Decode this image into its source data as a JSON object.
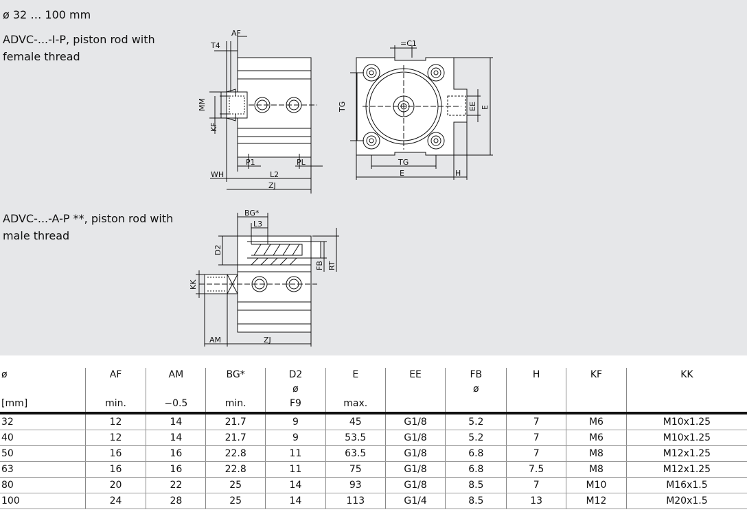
{
  "diameter_range": "ø 32 … 100 mm",
  "section1_title": "ADVC-...-I-P, piston rod with female thread",
  "section2_title": "ADVC-...-A-P **, piston rod with male thread",
  "drawing_labels": {
    "af": "AF",
    "t4": "T4",
    "mm": "MM",
    "kf": "KF",
    "p1": "P1",
    "pl": "PL",
    "wh": "WH",
    "l2": "L2",
    "zj": "ZJ",
    "c1": "=C1",
    "tg": "TG",
    "ee": "EE",
    "e": "E",
    "h": "H",
    "bg": "BG*",
    "l3": "L3",
    "d2": "D2",
    "fb": "FB",
    "rt": "RT",
    "kk": "KK",
    "am": "AM"
  },
  "table": {
    "headers": [
      {
        "l1": "ø",
        "l2": "",
        "l3": "[mm]"
      },
      {
        "l1": "AF",
        "l2": "",
        "l3": "min."
      },
      {
        "l1": "AM",
        "l2": "",
        "l3": "−0.5"
      },
      {
        "l1": "BG*",
        "l2": "",
        "l3": "min."
      },
      {
        "l1": "D2",
        "l2": "ø",
        "l3": "F9"
      },
      {
        "l1": "E",
        "l2": "",
        "l3": "max."
      },
      {
        "l1": "EE",
        "l2": "",
        "l3": ""
      },
      {
        "l1": "FB",
        "l2": "ø",
        "l3": ""
      },
      {
        "l1": "H",
        "l2": "",
        "l3": ""
      },
      {
        "l1": "KF",
        "l2": "",
        "l3": ""
      },
      {
        "l1": "KK",
        "l2": "",
        "l3": ""
      }
    ],
    "rows": [
      [
        "32",
        "12",
        "14",
        "21.7",
        "9",
        "45",
        "G1/8",
        "5.2",
        "7",
        "M6",
        "M10x1.25"
      ],
      [
        "40",
        "12",
        "14",
        "21.7",
        "9",
        "53.5",
        "G1/8",
        "5.2",
        "7",
        "M6",
        "M10x1.25"
      ],
      [
        "50",
        "16",
        "16",
        "22.8",
        "11",
        "63.5",
        "G1/8",
        "6.8",
        "7",
        "M8",
        "M12x1.25"
      ],
      [
        "63",
        "16",
        "16",
        "22.8",
        "11",
        "75",
        "G1/8",
        "6.8",
        "7.5",
        "M8",
        "M12x1.25"
      ],
      [
        "80",
        "20",
        "22",
        "25",
        "14",
        "93",
        "G1/8",
        "8.5",
        "7",
        "M10",
        "M16x1.5"
      ],
      [
        "100",
        "24",
        "28",
        "25",
        "14",
        "113",
        "G1/4",
        "8.5",
        "13",
        "M12",
        "M20x1.5"
      ]
    ]
  }
}
